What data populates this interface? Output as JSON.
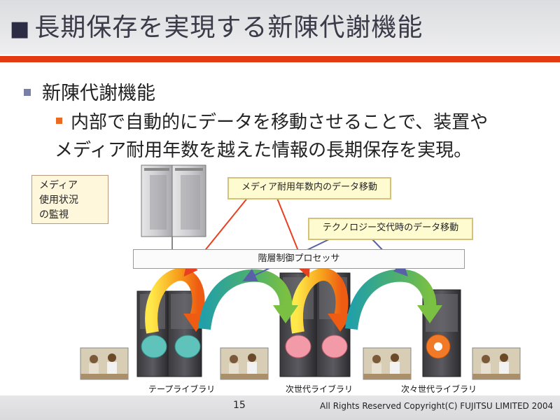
{
  "slide": {
    "title": "長期保存を実現する新陳代謝機能",
    "bullet_level1": "新陳代謝機能",
    "bullet_level2_line1": "内部で自動的にデータを移動させることで、装置や",
    "bullet_level2_line2": "メディア耐用年数を越えた情報の長期保存を実現。"
  },
  "diagram": {
    "monitor_callout": [
      "メディア",
      "使用状況",
      "の監視"
    ],
    "media_move_label": "メディア耐用年数内のデータ移動",
    "tech_move_label": "テクノロジー交代時のデータ移動",
    "processor_label": "階層制御プロセッサ",
    "captions": {
      "tape": "テープライブラリ",
      "next_gen": "次世代ライブラリ",
      "next_next_gen": "次々世代ライブラリ"
    }
  },
  "footer": {
    "page_number": "15",
    "copyright": "All Rights Reserved Copyright(C) FUJITSU LIMITED 2004"
  },
  "colors": {
    "accent_rule": "#e33a12",
    "teal": "#5fc3bc",
    "pink": "#f29aa8",
    "orange": "#f07a28",
    "arrow_red": "#e84020",
    "arrow_blue": "#5860a8"
  }
}
